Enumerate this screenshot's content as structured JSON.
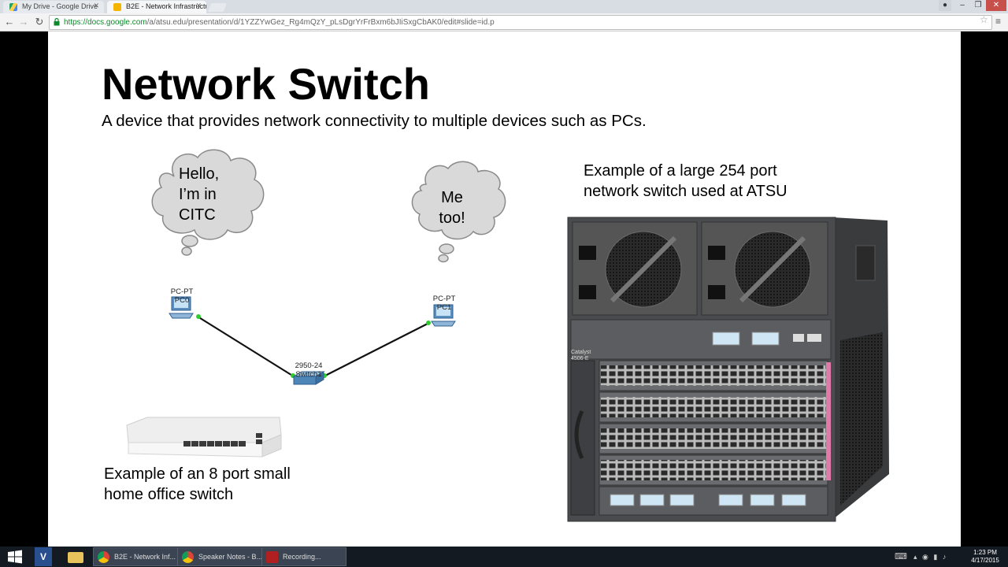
{
  "browser": {
    "tabs": [
      {
        "label": "My Drive - Google Drive",
        "active": false
      },
      {
        "label": "B2E - Network Infrastructu",
        "active": true
      }
    ],
    "url_scheme": "https://",
    "url_host": "docs.google.com",
    "url_path": "/a/atsu.edu/presentation/d/1YZZYwGez_Rg4mQzY_pLsDgrYrFrBxm6bJIiSxgCbAK0/edit#slide=id.p"
  },
  "slide": {
    "title": "Network Switch",
    "subtitle": "A device that provides network connectivity to multiple devices such as PCs.",
    "bubble_left": [
      "Hello,",
      "I’m in",
      "CITC"
    ],
    "bubble_right": [
      "Me",
      "too!"
    ],
    "pc0_labels": [
      "PC-PT",
      "PC0"
    ],
    "pc1_labels": [
      "PC-PT",
      "PC1"
    ],
    "switch_labels": [
      "2950-24",
      "Switch1"
    ],
    "large_caption": [
      "Example of a large 254 port",
      "network switch used at ATSU"
    ],
    "small_caption": [
      "Example of an 8 port small",
      "home office switch"
    ],
    "chassis_model": [
      "Catalyst",
      "4506-E"
    ]
  },
  "taskbar": {
    "apps": [
      {
        "label": "B2E - Network Inf...",
        "color": "#e0a020"
      },
      {
        "label": "Speaker Notes - B...",
        "color": "#e0a020"
      },
      {
        "label": "Recording...",
        "color": "#b02020"
      }
    ],
    "time": "1:23 PM",
    "date": "4/17/2015"
  }
}
